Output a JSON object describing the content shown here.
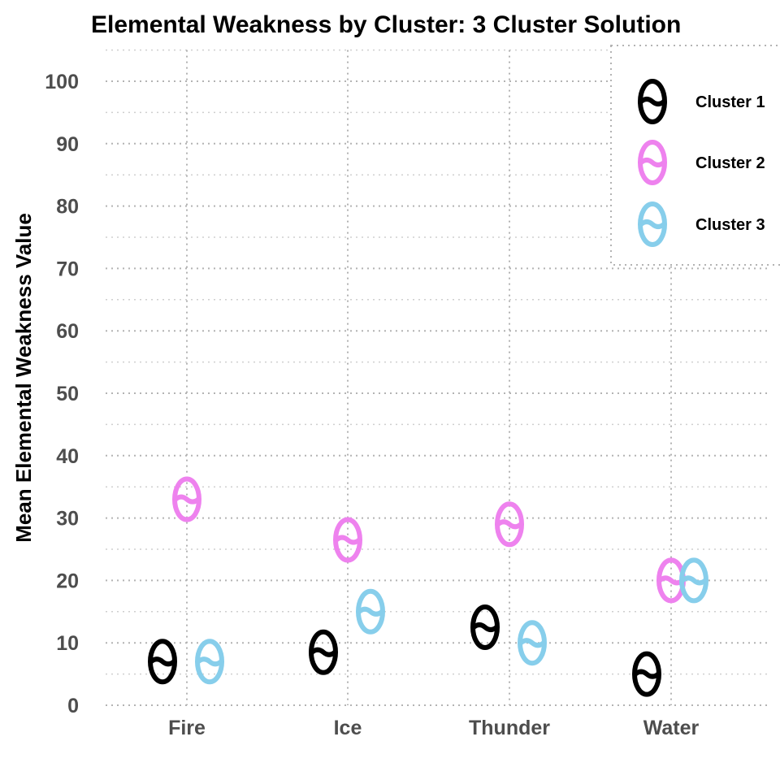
{
  "chart_data": {
    "type": "scatter",
    "title": "Elemental Weakness by Cluster: 3 Cluster Solution",
    "xlabel": "",
    "ylabel": "Mean Elemental Weakness Value",
    "categories": [
      "Fire",
      "Ice",
      "Thunder",
      "Water"
    ],
    "ylim": [
      0,
      105
    ],
    "yticks": [
      0,
      10,
      20,
      30,
      40,
      50,
      60,
      70,
      80,
      90,
      100
    ],
    "grid": true,
    "legend_position": "top-right",
    "marker": "theta",
    "series": [
      {
        "name": "Cluster 1",
        "color": "#000000",
        "values": [
          7,
          8.5,
          12.5,
          5
        ]
      },
      {
        "name": "Cluster 2",
        "color": "#ee82ee",
        "values": [
          33,
          26.5,
          29,
          20
        ]
      },
      {
        "name": "Cluster 3",
        "color": "#87ceeb",
        "values": [
          7,
          15,
          10,
          20
        ]
      }
    ]
  }
}
